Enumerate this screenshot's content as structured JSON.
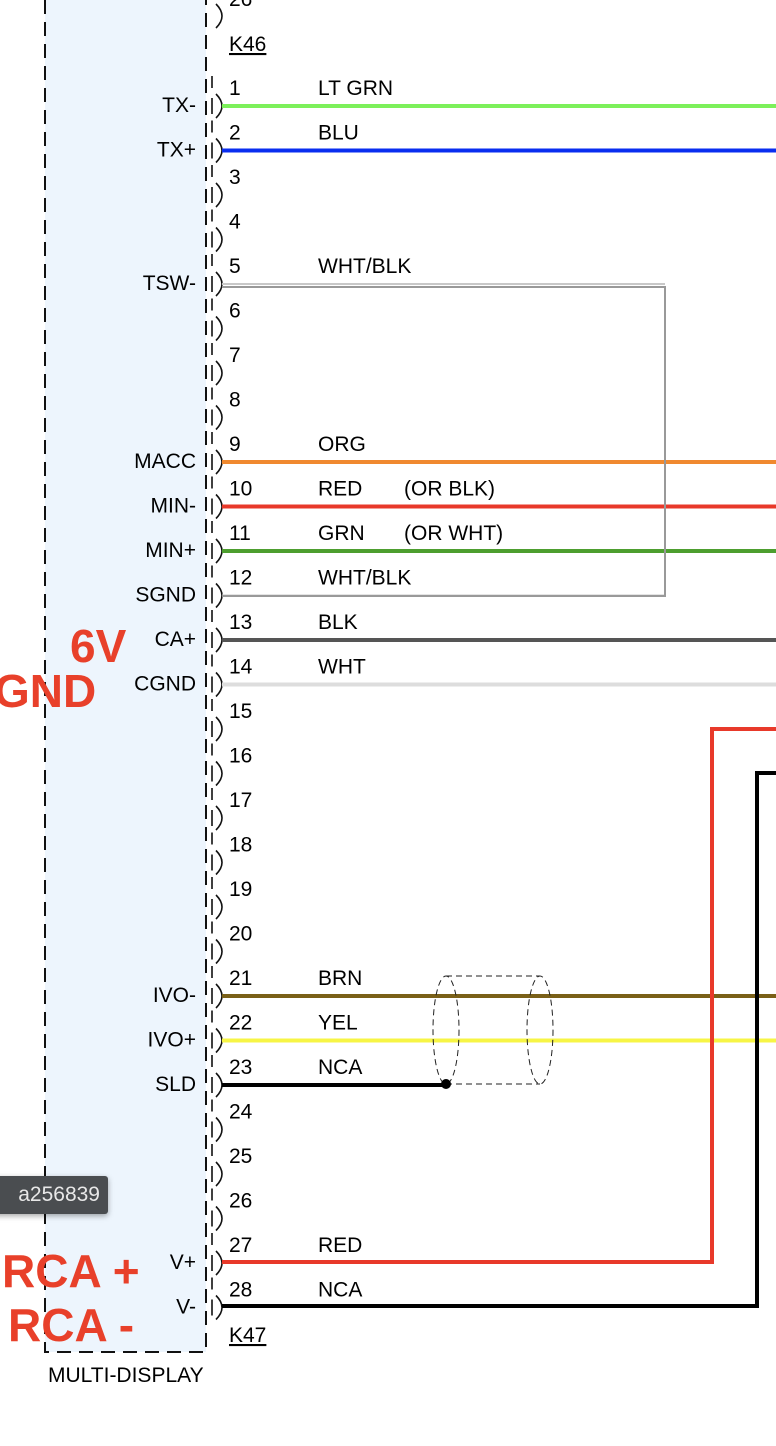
{
  "connector_top": {
    "partial_pin": "26",
    "label": "K46"
  },
  "connector_bottom": {
    "label": "K47"
  },
  "component_label": "MULTI-DISPLAY",
  "annotations": [
    {
      "text": "6V",
      "color": "#E8402A"
    },
    {
      "text": "GND",
      "color": "#E8402A"
    },
    {
      "text": "RCA +",
      "color": "#E8402A"
    },
    {
      "text": "RCA -",
      "color": "#E8402A"
    }
  ],
  "tooltip": "a256839",
  "pins": [
    {
      "num": "1",
      "signal": "TX-",
      "wire": "LT GRN",
      "note": "",
      "color": "#7CF05A"
    },
    {
      "num": "2",
      "signal": "TX+",
      "wire": "BLU",
      "note": "",
      "color": "#0A2EF0"
    },
    {
      "num": "3",
      "signal": "",
      "wire": "",
      "note": "",
      "color": ""
    },
    {
      "num": "4",
      "signal": "",
      "wire": "",
      "note": "",
      "color": ""
    },
    {
      "num": "5",
      "signal": "TSW-",
      "wire": "WHT/BLK",
      "note": "",
      "color": "#c8c8c8"
    },
    {
      "num": "6",
      "signal": "",
      "wire": "",
      "note": "",
      "color": ""
    },
    {
      "num": "7",
      "signal": "",
      "wire": "",
      "note": "",
      "color": ""
    },
    {
      "num": "8",
      "signal": "",
      "wire": "",
      "note": "",
      "color": ""
    },
    {
      "num": "9",
      "signal": "MACC",
      "wire": "ORG",
      "note": "",
      "color": "#F0892F"
    },
    {
      "num": "10",
      "signal": "MIN-",
      "wire": "RED",
      "note": "(OR BLK)",
      "color": "#E8392A"
    },
    {
      "num": "11",
      "signal": "MIN+",
      "wire": "GRN",
      "note": "(OR WHT)",
      "color": "#4D9E2F"
    },
    {
      "num": "12",
      "signal": "SGND",
      "wire": "WHT/BLK",
      "note": "",
      "color": "#c8c8c8"
    },
    {
      "num": "13",
      "signal": "CA+",
      "wire": "BLK",
      "note": "",
      "color": "#555555"
    },
    {
      "num": "14",
      "signal": "CGND",
      "wire": "WHT",
      "note": "",
      "color": "#dddddd"
    },
    {
      "num": "15",
      "signal": "",
      "wire": "",
      "note": "",
      "color": ""
    },
    {
      "num": "16",
      "signal": "",
      "wire": "",
      "note": "",
      "color": ""
    },
    {
      "num": "17",
      "signal": "",
      "wire": "",
      "note": "",
      "color": ""
    },
    {
      "num": "18",
      "signal": "",
      "wire": "",
      "note": "",
      "color": ""
    },
    {
      "num": "19",
      "signal": "",
      "wire": "",
      "note": "",
      "color": ""
    },
    {
      "num": "20",
      "signal": "",
      "wire": "",
      "note": "",
      "color": ""
    },
    {
      "num": "21",
      "signal": "IVO-",
      "wire": "BRN",
      "note": "",
      "color": "#7A6018"
    },
    {
      "num": "22",
      "signal": "IVO+",
      "wire": "YEL",
      "note": "",
      "color": "#F7F545"
    },
    {
      "num": "23",
      "signal": "SLD",
      "wire": "NCA",
      "note": "",
      "color": "#000000"
    },
    {
      "num": "24",
      "signal": "",
      "wire": "",
      "note": "",
      "color": ""
    },
    {
      "num": "25",
      "signal": "",
      "wire": "",
      "note": "",
      "color": ""
    },
    {
      "num": "26",
      "signal": "",
      "wire": "",
      "note": "",
      "color": ""
    },
    {
      "num": "27",
      "signal": "V+",
      "wire": "RED",
      "note": "",
      "color": "#E8392A"
    },
    {
      "num": "28",
      "signal": "V-",
      "wire": "NCA",
      "note": "",
      "color": "#000000"
    }
  ]
}
